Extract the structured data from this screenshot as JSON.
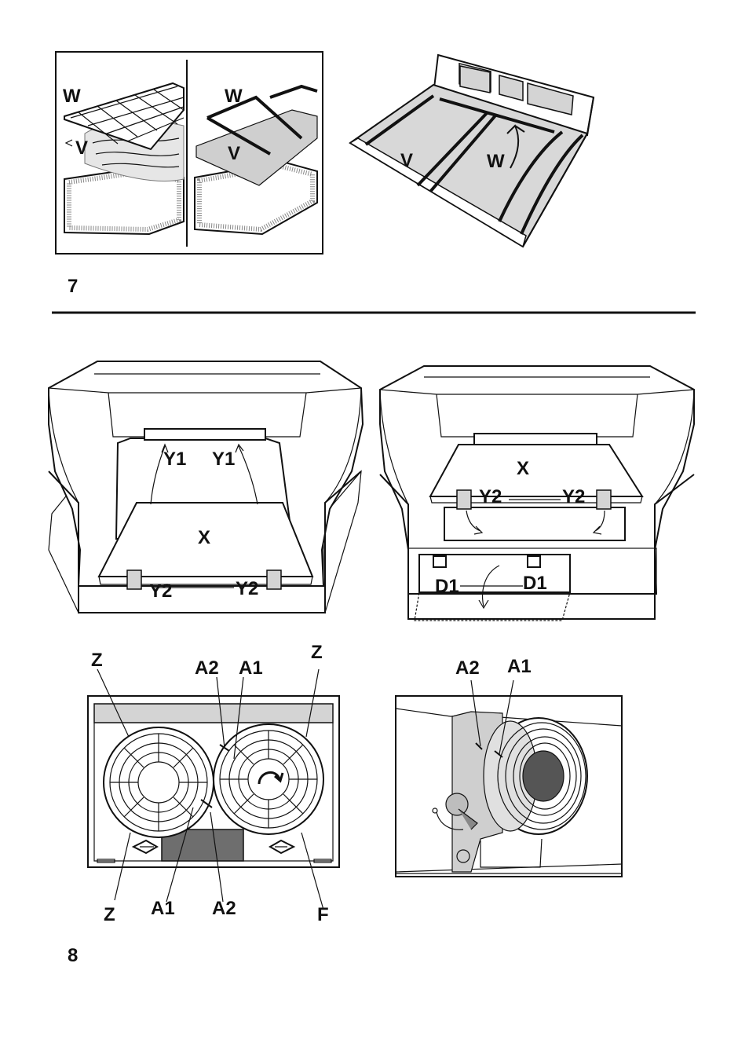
{
  "figure7": {
    "number": "7",
    "panel_left": {
      "label_w": "W",
      "label_v": "V"
    },
    "panel_middle": {
      "label_w": "W",
      "label_v": "V"
    },
    "panel_right": {
      "label_v": "V",
      "label_w": "W"
    }
  },
  "figure8": {
    "number": "8",
    "hood_left": {
      "label_y1_a": "Y1",
      "label_y1_b": "Y1",
      "label_x": "X",
      "label_y2_a": "Y2",
      "label_y2_b": "Y2"
    },
    "hood_right": {
      "label_x": "X",
      "label_y2_a": "Y2",
      "label_y2_b": "Y2",
      "label_d1_a": "D1",
      "label_d1_b": "D1"
    },
    "fans": {
      "label_z_tl": "Z",
      "label_a2_top": "A2",
      "label_a1_top": "A1",
      "label_z_tr": "Z",
      "label_z_bl": "Z",
      "label_a1_bot": "A1",
      "label_a2_bot": "A2",
      "label_f": "F"
    },
    "detail": {
      "label_a2": "A2",
      "label_a1": "A1"
    }
  },
  "colors": {
    "line": "#111111",
    "fill_grey": "#d4d4d4",
    "fill_dark": "#6e6e6e"
  }
}
